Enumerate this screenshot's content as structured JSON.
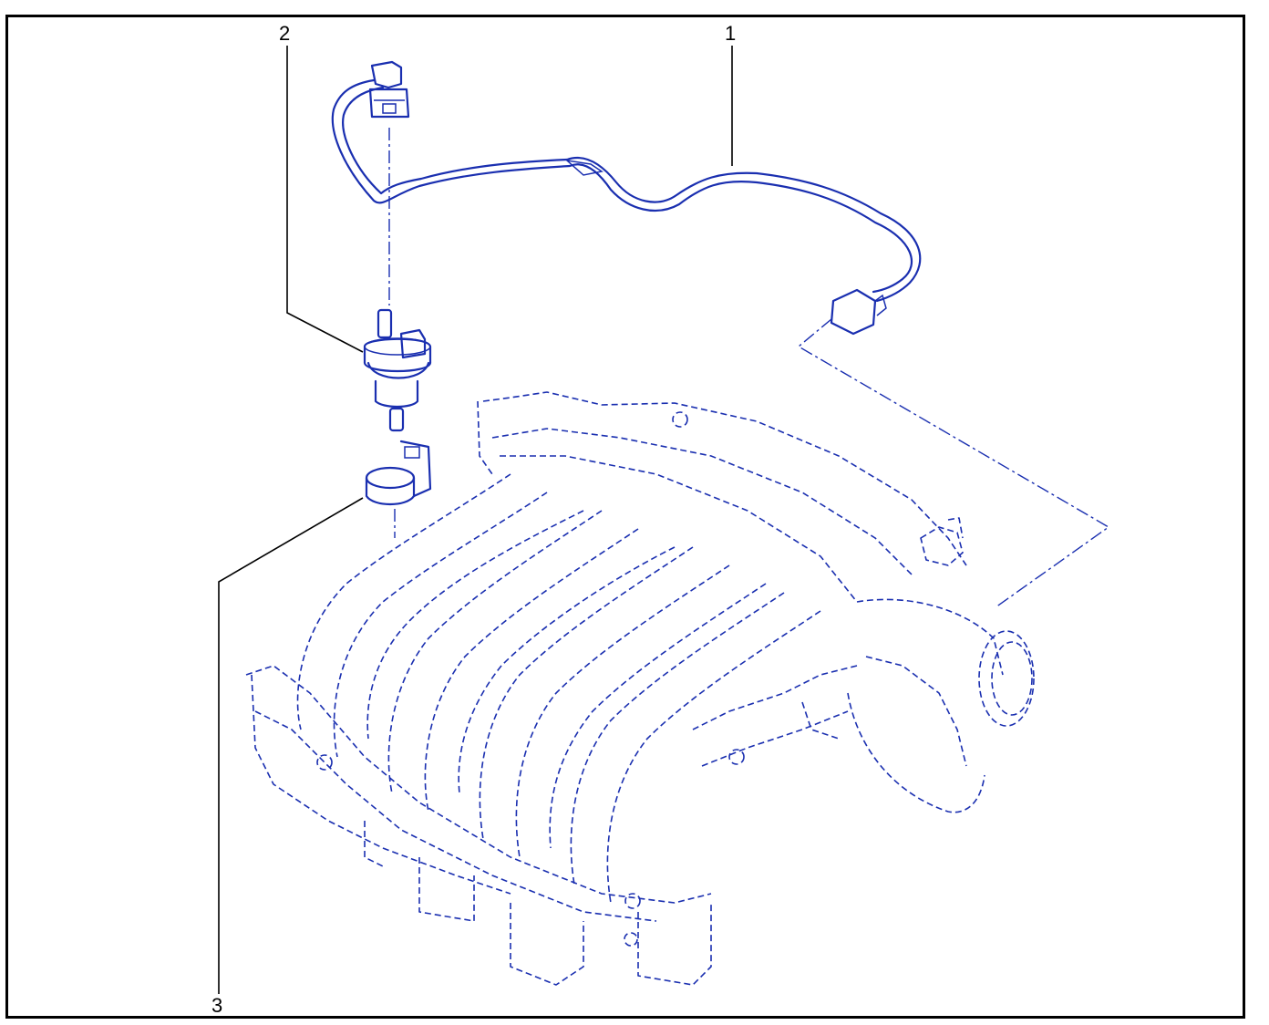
{
  "diagram": {
    "callouts": [
      {
        "id": "1",
        "label": "1"
      },
      {
        "id": "2",
        "label": "2"
      },
      {
        "id": "3",
        "label": "3"
      }
    ],
    "colors": {
      "line": "#1a2fb0",
      "frame": "#000000",
      "background": "#ffffff"
    }
  }
}
